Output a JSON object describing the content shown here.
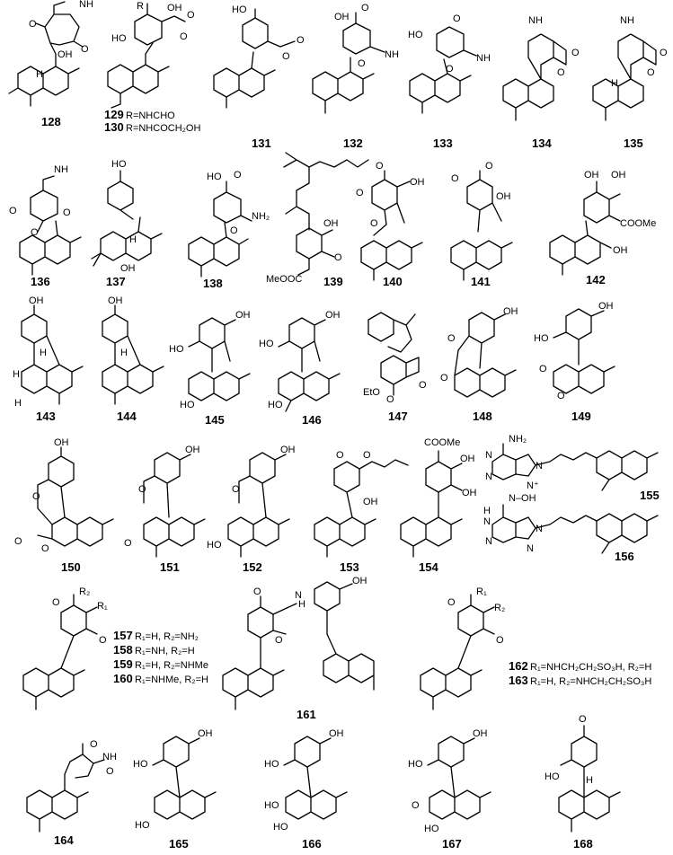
{
  "compounds": [
    {
      "id": "128",
      "label": "128"
    },
    {
      "id": "129",
      "label": "129",
      "r_def": "R=NHCHO"
    },
    {
      "id": "130",
      "label": "130",
      "r_def": "R=NHCOCH₂OH"
    },
    {
      "id": "131",
      "label": "131"
    },
    {
      "id": "132",
      "label": "132"
    },
    {
      "id": "133",
      "label": "133"
    },
    {
      "id": "134",
      "label": "134"
    },
    {
      "id": "135",
      "label": "135"
    },
    {
      "id": "136",
      "label": "136"
    },
    {
      "id": "137",
      "label": "137"
    },
    {
      "id": "138",
      "label": "138"
    },
    {
      "id": "139",
      "label": "139"
    },
    {
      "id": "140",
      "label": "140"
    },
    {
      "id": "141",
      "label": "141"
    },
    {
      "id": "142",
      "label": "142"
    },
    {
      "id": "143",
      "label": "143"
    },
    {
      "id": "144",
      "label": "144"
    },
    {
      "id": "145",
      "label": "145"
    },
    {
      "id": "146",
      "label": "146"
    },
    {
      "id": "147",
      "label": "147"
    },
    {
      "id": "148",
      "label": "148"
    },
    {
      "id": "149",
      "label": "149"
    },
    {
      "id": "150",
      "label": "150"
    },
    {
      "id": "151",
      "label": "151"
    },
    {
      "id": "152",
      "label": "152"
    },
    {
      "id": "153",
      "label": "153"
    },
    {
      "id": "154",
      "label": "154"
    },
    {
      "id": "155",
      "label": "155"
    },
    {
      "id": "156",
      "label": "156"
    },
    {
      "id": "157",
      "label": "157",
      "r_def": "R₁=H, R₂=NH₂"
    },
    {
      "id": "158",
      "label": "158",
      "r_def": "R₁=NH, R₂=H"
    },
    {
      "id": "159",
      "label": "159",
      "r_def": "R₁=H, R₂=NHMe"
    },
    {
      "id": "160",
      "label": "160",
      "r_def": "R₁=NHMe, R₂=H"
    },
    {
      "id": "161",
      "label": "161"
    },
    {
      "id": "162",
      "label": "162",
      "r_def": "R₁=NHCH₂CH₂SO₃H, R₂=H"
    },
    {
      "id": "163",
      "label": "163",
      "r_def": "R₁=H, R₂=NHCH₂CH₂SO₃H"
    },
    {
      "id": "164",
      "label": "164"
    },
    {
      "id": "165",
      "label": "165"
    },
    {
      "id": "166",
      "label": "166"
    },
    {
      "id": "167",
      "label": "167"
    },
    {
      "id": "168",
      "label": "168"
    }
  ],
  "atom_labels": {
    "oh": "OH",
    "ho": "HO",
    "o": "O",
    "h": "H",
    "r": "R",
    "r1": "R₁",
    "r2": "R₂",
    "nh2": "NH₂",
    "n": "N",
    "nh": "NH",
    "nh_h": "H",
    "n_oh": "N–OH",
    "cooe": "COOMe",
    "meooc": "MeOOC",
    "eto": "EtO",
    "nplus": "N⁺"
  }
}
